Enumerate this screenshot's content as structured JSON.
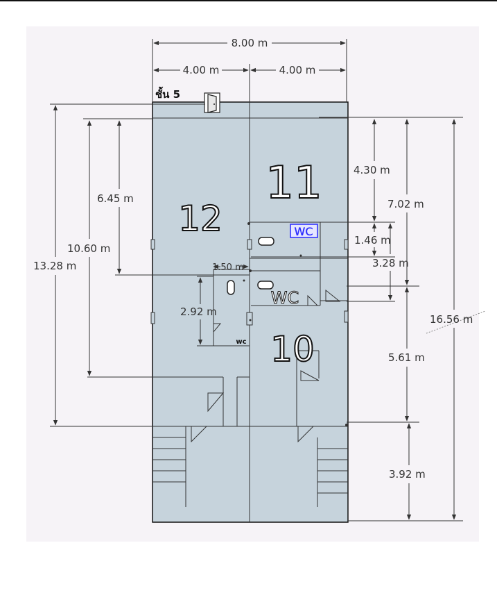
{
  "floor_label": "ชั้น 5",
  "rooms": {
    "r11": "11",
    "r12": "12",
    "r10": "10"
  },
  "wc": {
    "upper_boxed": "WC",
    "middle": "WC",
    "small": "wc"
  },
  "dimensions": {
    "total_width": "8.00 m",
    "left_width": "4.00 m",
    "right_width": "4.00 m",
    "d_4_30": "4.30 m",
    "d_7_02": "7.02 m",
    "d_1_46": "1.46 m",
    "d_3_28": "3.28 m",
    "d_16_56": "16.56 m",
    "d_5_61": "5.61 m",
    "d_3_92": "3.92 m",
    "d_6_45": "6.45 m",
    "d_10_60": "10.60 m",
    "d_13_28": "13.28 m",
    "d_1_50": "1.50 m",
    "d_2_92": "2.92 m"
  },
  "colors": {
    "floor_fill": "#c6d3dc",
    "wc_box": "#2a2aff"
  }
}
